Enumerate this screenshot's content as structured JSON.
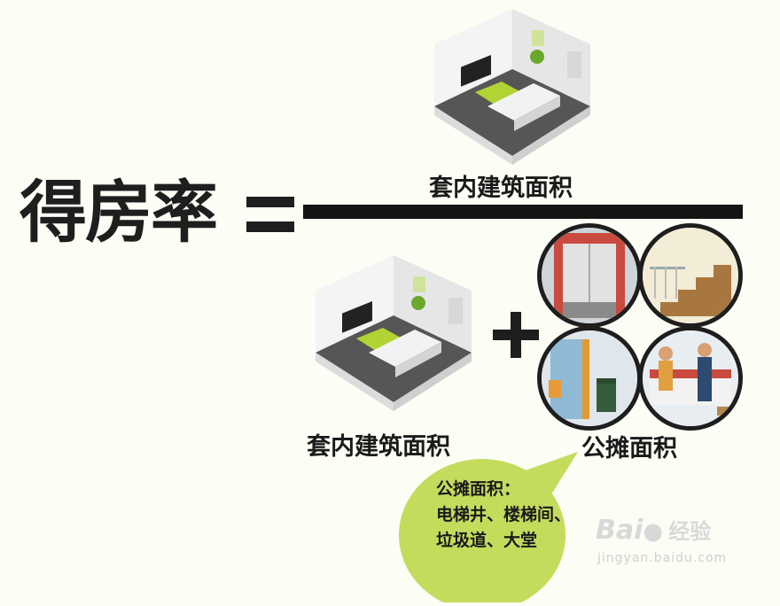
{
  "formula": {
    "result_label": "得房率",
    "numerator_label": "套内建筑面积",
    "denominator_left_label": "套内建筑面积",
    "denominator_right_label": "公摊面积"
  },
  "callout": {
    "title": "公摊面积：",
    "lines": [
      "电梯井、楼梯间、",
      "垃圾道、大堂"
    ]
  },
  "shared_area_icons": [
    "elevator-shaft-icon",
    "staircase-icon",
    "garbage-chute-icon",
    "lobby-icon"
  ],
  "watermark": {
    "logo_text": "Bai",
    "logo_suffix": "经验",
    "url": "jingyan.baidu.com"
  },
  "colors": {
    "text": "#1e1e1e",
    "bubble_green": "#c4dc5c",
    "accent_lime": "#b2d334",
    "background": "#fcfdf5"
  }
}
